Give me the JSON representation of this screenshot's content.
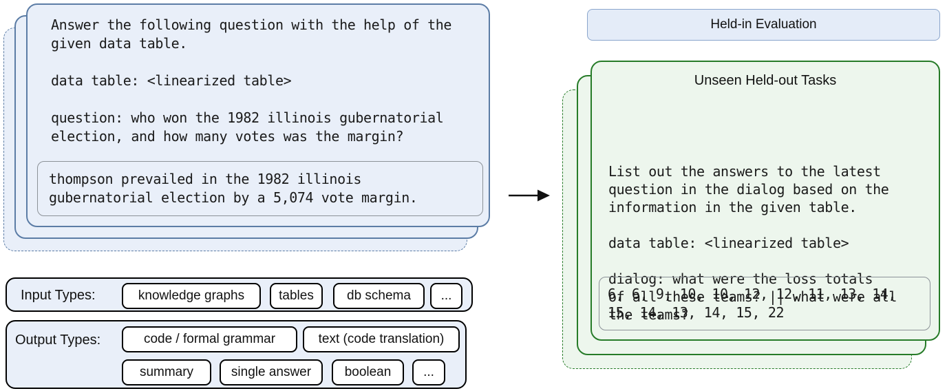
{
  "held_in_card": {
    "prompt_text": "Answer the following question with the help of the\ngiven data table.\n\ndata table: <linearized table>\n\nquestion: who won the 1982 illinois gubernatorial\nelection, and how many votes was the margin?",
    "answer_text": "thompson prevailed in the 1982 illinois\ngubernatorial election by a 5,074 vote margin."
  },
  "held_in_header": {
    "label": "Held-in Evaluation"
  },
  "held_out_card": {
    "title": "Unseen Held-out Tasks",
    "prompt_text": "List out the answers to the latest\nquestion in the dialog based on the\ninformation in the given table.\n\ndata table: <linearized table>\n\ndialog: what were the loss totals\nof all these teams? || what were all\nthe teams?",
    "answer_text": "6, 6, 9, 10, 10, 12, 12, 11, 13, 14,\n15, 14, 13, 14, 15, 22"
  },
  "input_types": {
    "label": "Input Types:",
    "items": [
      "knowledge graphs",
      "tables",
      "db schema",
      "..."
    ]
  },
  "output_types": {
    "label": "Output Types:",
    "row1": [
      "code / formal grammar",
      "text (code translation)"
    ],
    "row2": [
      "summary",
      "single answer",
      "boolean",
      "..."
    ]
  },
  "colors": {
    "blue_card_fill": "#e9eff9",
    "blue_card_border": "#5b7ca5",
    "green_card_fill": "#edf6ed",
    "green_card_border": "#267b28",
    "header_fill": "#e4ecf8",
    "header_border": "#8aa5cc",
    "answer_box_border": "#8b9197",
    "arrow": "#111111"
  }
}
